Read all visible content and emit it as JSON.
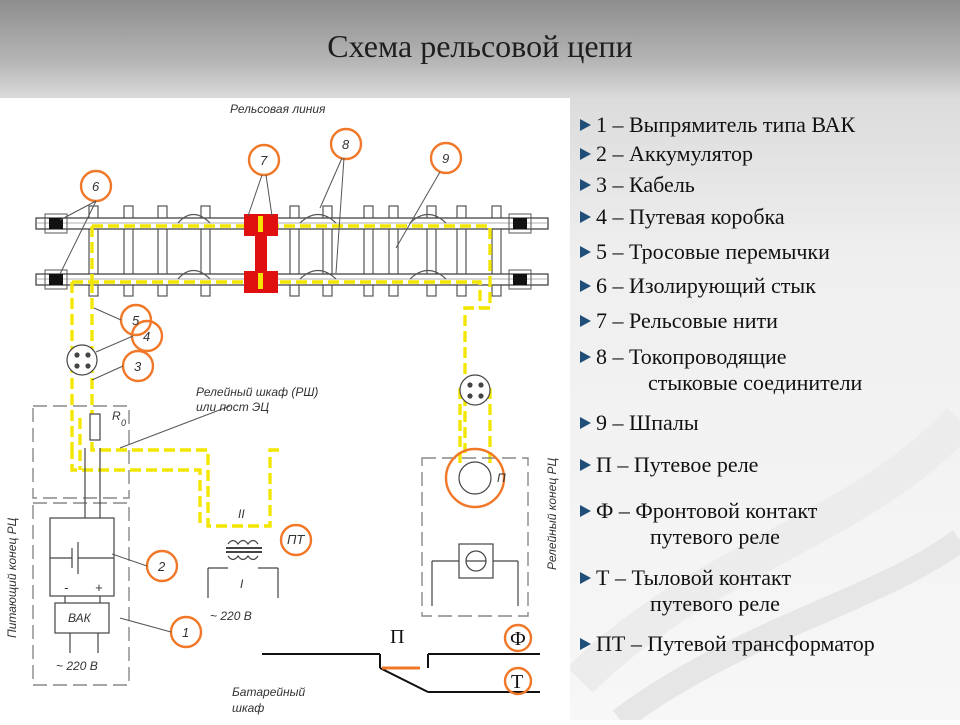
{
  "title": "Схема рельсовой цепи",
  "diagram": {
    "rail_line_label": "Рельсовая линия",
    "relay_cabinet_label_1": "Релейный шкаф (РШ)",
    "relay_cabinet_label_2": "или пост ЭЦ",
    "feed_end_label": "Питающий конец РЦ",
    "relay_end_label": "Релейный конец РЦ",
    "battery_cabinet_label_1": "Батарейный",
    "battery_cabinet_label_2": "шкаф",
    "vak_label": "ВАК",
    "voltage_label_1": "~ 220 В",
    "voltage_label_2": "~ 220 В",
    "winding_1_label": "I",
    "winding_2_label": "II",
    "resistor_label": "R",
    "resistor_sub": "0",
    "relay_symbol": "П",
    "minus_sign": "-",
    "plus_sign": "+",
    "pt_label": "ПТ",
    "callouts": [
      "1",
      "2",
      "3",
      "4",
      "5",
      "6",
      "7",
      "8",
      "9"
    ],
    "contact_p": "П",
    "contact_f": "Ф",
    "contact_t": "Т"
  },
  "legend": [
    {
      "line1": "1 – Выпрямитель типа ВАК"
    },
    {
      "line1": "2 – Аккумулятор"
    },
    {
      "line1": "3 – Кабель"
    },
    {
      "line1": "4 – Путевая коробка"
    },
    {
      "line1": "5 – Тросовые перемычки"
    },
    {
      "line1": "6 – Изолирующий стык"
    },
    {
      "line1": "7 – Рельсовые нити"
    },
    {
      "line1": "8 – Токопроводящие",
      "line2": "стыковые соединители"
    },
    {
      "line1": "9 – Шпалы"
    },
    {
      "line1": "П – Путевое реле"
    },
    {
      "line1": "Ф – Фронтовой контакт",
      "line2": "путевого реле"
    },
    {
      "line1": "Т – Тыловой контакт",
      "line2": "путевого реле"
    },
    {
      "line1": "ПТ – Путевой трансформатор"
    }
  ],
  "colors": {
    "callout_ring": "#f07828",
    "current_path": "#f2e600",
    "rail_connector": "#e01010",
    "bullet": "#1f4e79"
  }
}
